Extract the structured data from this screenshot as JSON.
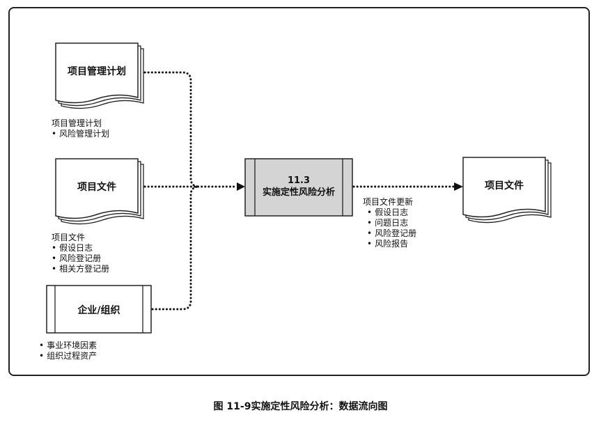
{
  "inputs": {
    "plan_doc": {
      "title": "项目管理计划"
    },
    "plan_label": {
      "heading": "项目管理计划",
      "items": [
        "风险管理计划"
      ]
    },
    "docs_doc": {
      "title": "项目文件"
    },
    "docs_label": {
      "heading": "项目文件",
      "items": [
        "假设日志",
        "风险登记册",
        "相关方登记册"
      ]
    },
    "org_box": {
      "title": "企业/组织"
    },
    "org_label": {
      "items": [
        "事业环境因素",
        "组织过程资产"
      ]
    }
  },
  "process": {
    "number": "11.3",
    "name": "实施定性风险分析"
  },
  "outputs": {
    "docs_doc": {
      "title": "项目文件"
    },
    "updates_label": {
      "heading": "项目文件更新",
      "items": [
        "假设日志",
        "问题日志",
        "风险登记册",
        "风险报告"
      ]
    }
  },
  "caption": "图 11-9实施定性风险分析：数据流向图",
  "colors": {
    "process_fill": "#d4d4d4",
    "border": "#222222"
  }
}
